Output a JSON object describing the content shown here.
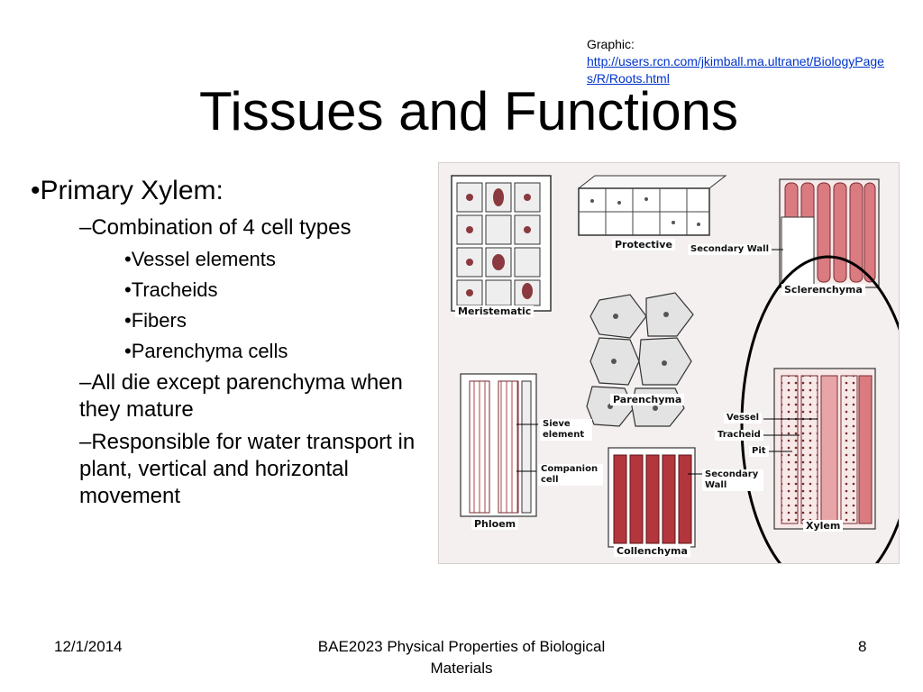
{
  "credit": {
    "label": "Graphic:",
    "link": "http://users.rcn.com/jkimball.ma.ultranet/BiologyPages/R/Roots.html"
  },
  "title": "Tissues and Functions",
  "bullets": [
    {
      "level": 1,
      "text": "•Primary Xylem:"
    },
    {
      "level": 2,
      "text": "–Combination of 4 cell types"
    },
    {
      "level": 3,
      "text": "•Vessel elements"
    },
    {
      "level": 3,
      "text": "•Tracheids"
    },
    {
      "level": 3,
      "text": "•Fibers"
    },
    {
      "level": 3,
      "text": "•Parenchyma cells"
    },
    {
      "level": 2,
      "text": "–All die except parenchyma when they mature"
    },
    {
      "level": 2,
      "text": "–Responsible for water transport in plant, vertical and horizontal movement"
    }
  ],
  "figure": {
    "labels": {
      "meristematic": "Meristematic",
      "protective": "Protective",
      "secondary_wall_1": "Secondary Wall",
      "sclerenchyma": "Sclerenchyma",
      "parenchyma": "Parenchyma",
      "sieve_element": "Sieve element",
      "companion_cell": "Companion cell",
      "phloem": "Phloem",
      "collenchyma": "Collenchyma",
      "secondary_wall_2": "Secondary Wall",
      "vessel": "Vessel",
      "tracheid": "Tracheid",
      "pit": "Pit",
      "xylem": "Xylem"
    },
    "highlight_color": "#000000",
    "accent_color": "#c0575b"
  },
  "footer": {
    "date": "12/1/2014",
    "course": "BAE2023 Physical Properties of Biological Materials",
    "page": "8"
  }
}
